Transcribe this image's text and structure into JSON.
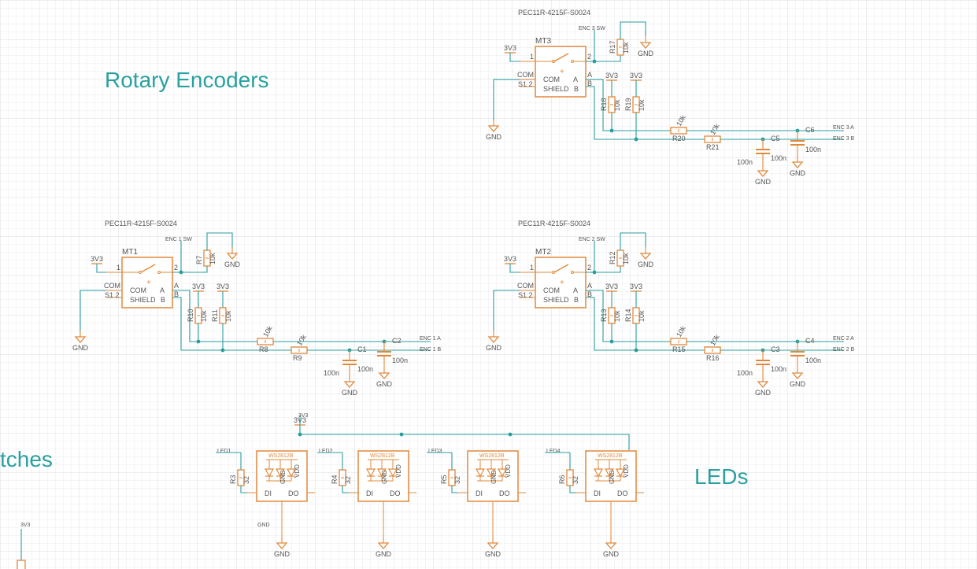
{
  "section_titles": {
    "rotary": "Rotary Encoders",
    "switches": "tches",
    "leds": "LEDs"
  },
  "colors": {
    "wire": "#2a9d9d",
    "part": "#e0893b",
    "text": "#555555",
    "grid": "#e8e8ec",
    "grid_major": "#d9d9e0"
  },
  "labels": {
    "encoder_part": "PEC11R-4215F-S0024",
    "net_3v3": "3V3",
    "net_gnd": "GND",
    "pin_com": "COM",
    "pin_s1s2": "S1 2",
    "pin_a": "A",
    "pin_b": "B",
    "pin_1": "1",
    "pin_2": "2",
    "body_com": "COM",
    "body_a": "A",
    "body_shield": "SHIELD",
    "body_b": "B",
    "val_10k": "10k",
    "val_100n": "100n",
    "val_32": "32",
    "led_part": "WS2812B",
    "led_di": "DI",
    "led_do": "DO",
    "led_gnd": "GND",
    "led_vdd": "VDD",
    "gnd_net_lower": "GND"
  },
  "encoders": [
    {
      "id": "MT1",
      "sw": "ENC 1 SW",
      "pullup": "R7",
      "pa": "R10",
      "pb": "R11",
      "ra": "R8",
      "rb": "R9",
      "ca": "C1",
      "cb": "C2",
      "out_a": "ENC 1 A",
      "out_b": "ENC 1 B"
    },
    {
      "id": "MT2",
      "sw": "ENC 2 SW",
      "pullup": "R12",
      "pa": "R13",
      "pb": "R14",
      "ra": "R15",
      "rb": "R16",
      "ca": "C3",
      "cb": "C4",
      "out_a": "ENC 2 A",
      "out_b": "ENC 2 B"
    },
    {
      "id": "MT3",
      "sw": "ENC 3 SW",
      "pullup": "R17",
      "pa": "R18",
      "pb": "R19",
      "ra": "R20",
      "rb": "R21",
      "ca": "C5",
      "cb": "C6",
      "out_a": "ENC 3 A",
      "out_b": "ENC 3 B"
    }
  ],
  "leds": [
    {
      "net": "LED1",
      "res": "R3"
    },
    {
      "net": "LED2",
      "res": "R4"
    },
    {
      "net": "LED3",
      "res": "R5"
    },
    {
      "net": "LED4",
      "res": "R6"
    }
  ]
}
